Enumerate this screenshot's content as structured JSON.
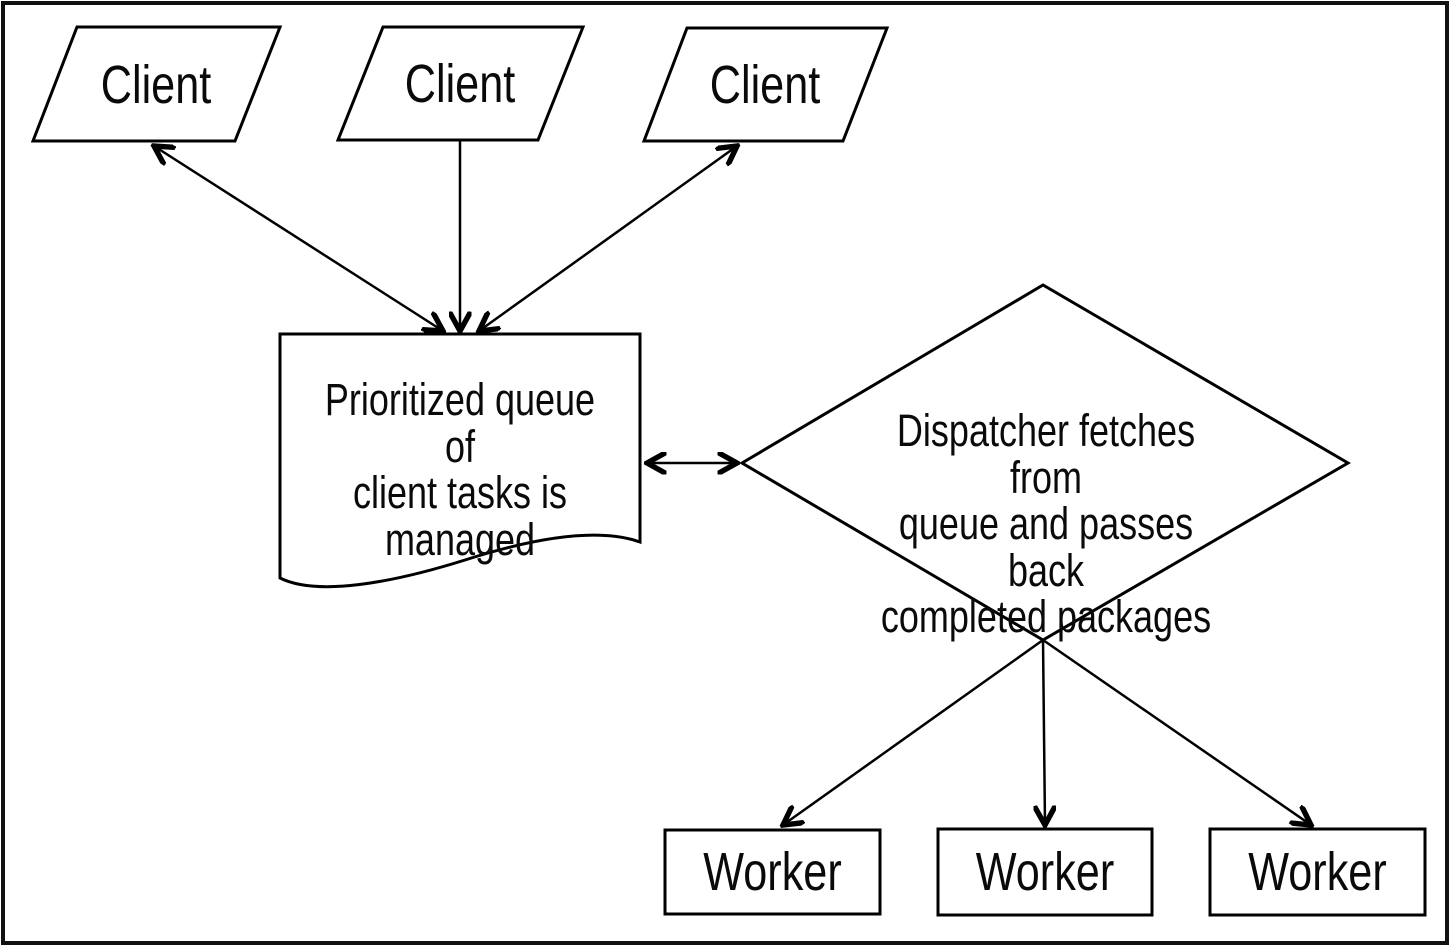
{
  "diagram": {
    "title": "Dispatcher work-queue flow diagram",
    "colors": {
      "ink": "#000000",
      "background": "#ffffff"
    },
    "clients": [
      {
        "label": "Client"
      },
      {
        "label": "Client"
      },
      {
        "label": "Client"
      }
    ],
    "queue": {
      "lines": [
        "Prioritized queue of",
        "client tasks is",
        "managed"
      ]
    },
    "dispatcher": {
      "lines": [
        "Dispatcher fetches from",
        "queue and passes back",
        "completed packages"
      ]
    },
    "workers": [
      {
        "label": "Worker"
      },
      {
        "label": "Worker"
      },
      {
        "label": "Worker"
      }
    ]
  }
}
